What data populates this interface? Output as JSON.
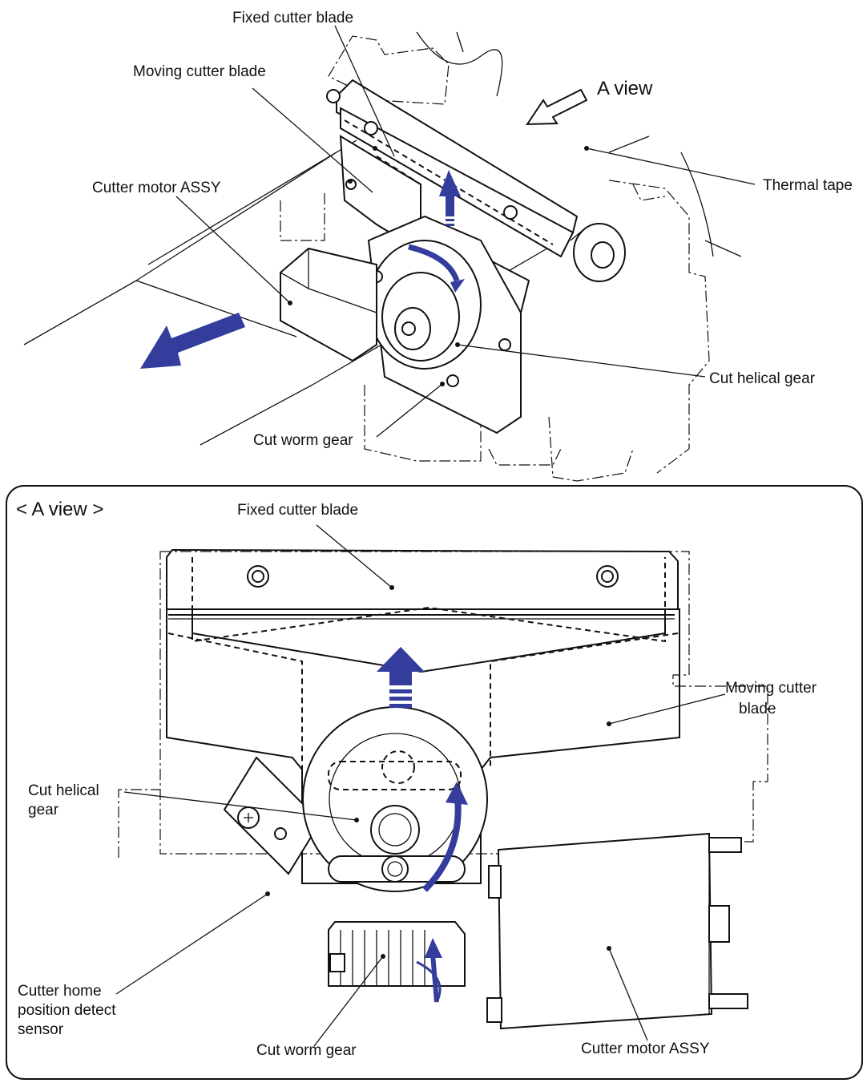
{
  "top_view": {
    "labels": {
      "fixed_cutter_blade": "Fixed cutter blade",
      "moving_cutter_blade": "Moving cutter blade",
      "cutter_motor_assy": "Cutter motor ASSY",
      "a_view": "A view",
      "thermal_tape": "Thermal tape",
      "cut_helical_gear": "Cut helical gear",
      "cut_worm_gear": "Cut worm gear"
    }
  },
  "a_view_panel": {
    "title": "< A view >",
    "labels": {
      "fixed_cutter_blade": "Fixed cutter blade",
      "moving_cutter_blade_line1": "Moving cutter",
      "moving_cutter_blade_line2": "blade",
      "cut_helical_gear_line1": "Cut helical",
      "cut_helical_gear_line2": "gear",
      "home_sensor_line1": "Cutter home",
      "home_sensor_line2": "position detect",
      "home_sensor_line3": "sensor",
      "cut_worm_gear": "Cut worm gear",
      "cutter_motor_assy": "Cutter motor ASSY"
    }
  },
  "colors": {
    "arrow": "#343d9c",
    "line": "#111111"
  }
}
